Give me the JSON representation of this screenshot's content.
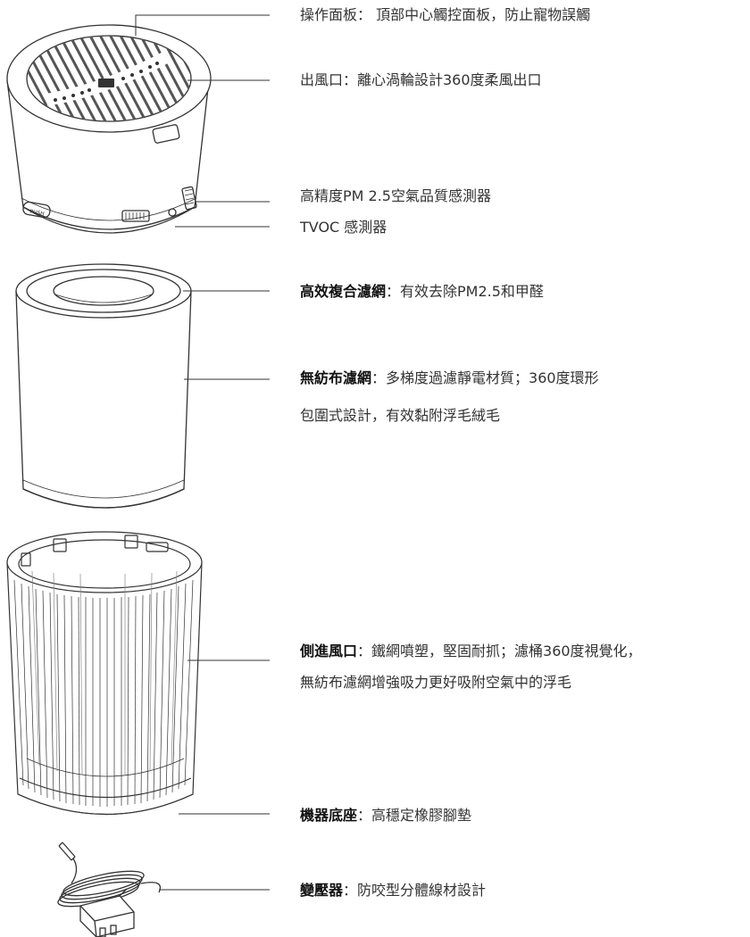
{
  "callouts": {
    "control_panel": {
      "title": "",
      "text": "操作面板： 頂部中心觸控面板，防止寵物誤觸"
    },
    "air_outlet": {
      "title": "",
      "text": "出風口：離心渦輪設計360度柔風出口"
    },
    "pm_sensor": {
      "title": "",
      "text": "高精度PM 2.5空氣品質感測器"
    },
    "tvoc_sensor": {
      "title": "",
      "text": "TVOC 感測器"
    },
    "composite_filter": {
      "title": "高效複合濾網",
      "text": "：有效去除PM2.5和甲醛"
    },
    "nonwoven_filter": {
      "title": "無紡布濾網",
      "text": "：多梯度過濾靜電材質；360度環形",
      "text2": "包圍式設計，有效黏附浮毛絨毛"
    },
    "side_inlet": {
      "title": "側進風口",
      "text": "：鐵網噴塑，堅固耐抓；濾桶360度視覺化，",
      "text2": "無紡布濾網增強吸力更好吸附空氣中的浮毛"
    },
    "base": {
      "title": "機器底座",
      "text": "：高穩定橡膠腳墊"
    },
    "adapter": {
      "title": "變壓器",
      "text": "：防咬型分體線材設計"
    }
  },
  "device": {
    "button_label": "PUSH"
  },
  "colors": {
    "line": "#333333",
    "text": "#333333"
  }
}
